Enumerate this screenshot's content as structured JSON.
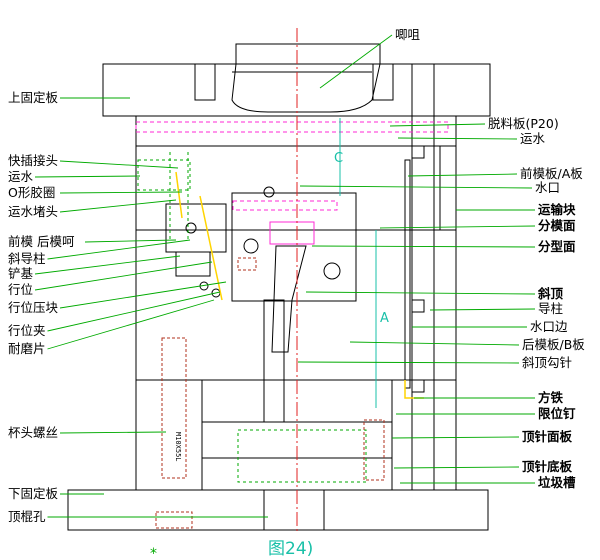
{
  "figure": {
    "caption": "图24)",
    "left_labels": [
      "上固定板",
      "快插接头",
      "运水",
      "O形胶圈",
      "运水堵头",
      "前模 后模呵",
      "斜导柱",
      "铲基",
      "行位",
      "行位压块",
      "行位夹",
      "耐磨片",
      "杯头螺丝",
      "下固定板",
      "顶棍孔"
    ],
    "right_labels": [
      "唧咀",
      "脱料板(P20)",
      "运水",
      "前模板/A板",
      "水口",
      "运输块",
      "分模面",
      "分型面",
      "斜顶",
      "导柱",
      "水口边",
      "后模板/B板",
      "斜顶勾针",
      "方铁",
      "限位钉",
      "顶针面板",
      "顶针底板",
      "垃圾槽"
    ],
    "dimensions": {
      "c": "C",
      "a": "A"
    },
    "bolt_text": "M10X55L",
    "colors": {
      "outline": "#000000",
      "leader": "#00aa00",
      "center": "#e02020",
      "water": "#ff2ad4",
      "slide": "#ffd400",
      "dim": "#19c0a8"
    }
  }
}
